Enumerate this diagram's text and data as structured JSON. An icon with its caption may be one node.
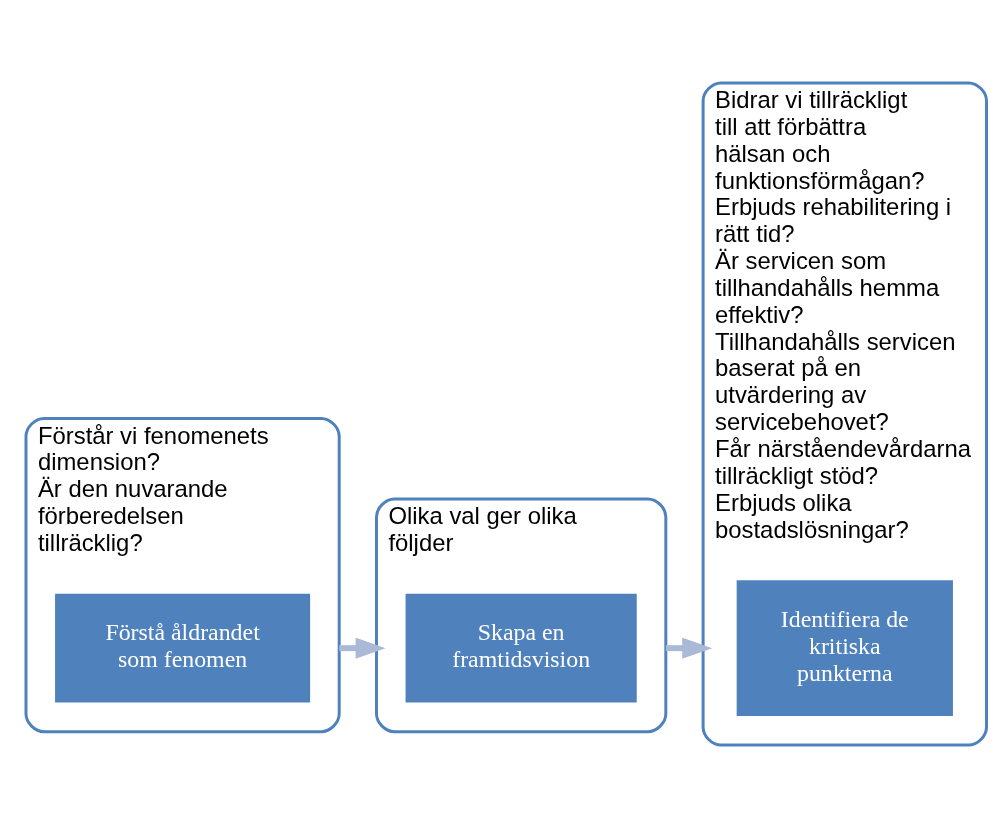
{
  "diagram": {
    "nodes": [
      {
        "text": [
          "Förstår vi fenomenets dimension?",
          "Är den nuvarande förberedelsen tillräcklig?"
        ]
      },
      {
        "text": [
          "Förstå åldrandet som fenomen"
        ],
        "in": 0
      },
      {
        "text": [
          "Olika val ger olika följder"
        ]
      },
      {
        "text": [
          "Skapa en framtidsvision"
        ],
        "in": 2
      },
      {
        "text": [
          "Bidrar vi tillräckligt till att förbättra hälsan och funktionsförmågan?",
          "Erbjuds rehabilitering i rätt tid?",
          "Är servicen som tillhandahålls hemma effektiv?",
          "Tillhandahålls servicen baserat på en utvärdering av servicebehovet?",
          "Får närståendevårdarna tillräckligt stöd?",
          "Erbjuds olika bostadslösningar?"
        ]
      },
      {
        "text": [
          "Identifiera de kritiska punkterna"
        ],
        "in": 4
      }
    ],
    "edges": [
      {
        "from": 0,
        "to": 2,
        "arrow": "to"
      },
      {
        "from": 2,
        "to": 4,
        "arrow": "to"
      }
    ]
  }
}
